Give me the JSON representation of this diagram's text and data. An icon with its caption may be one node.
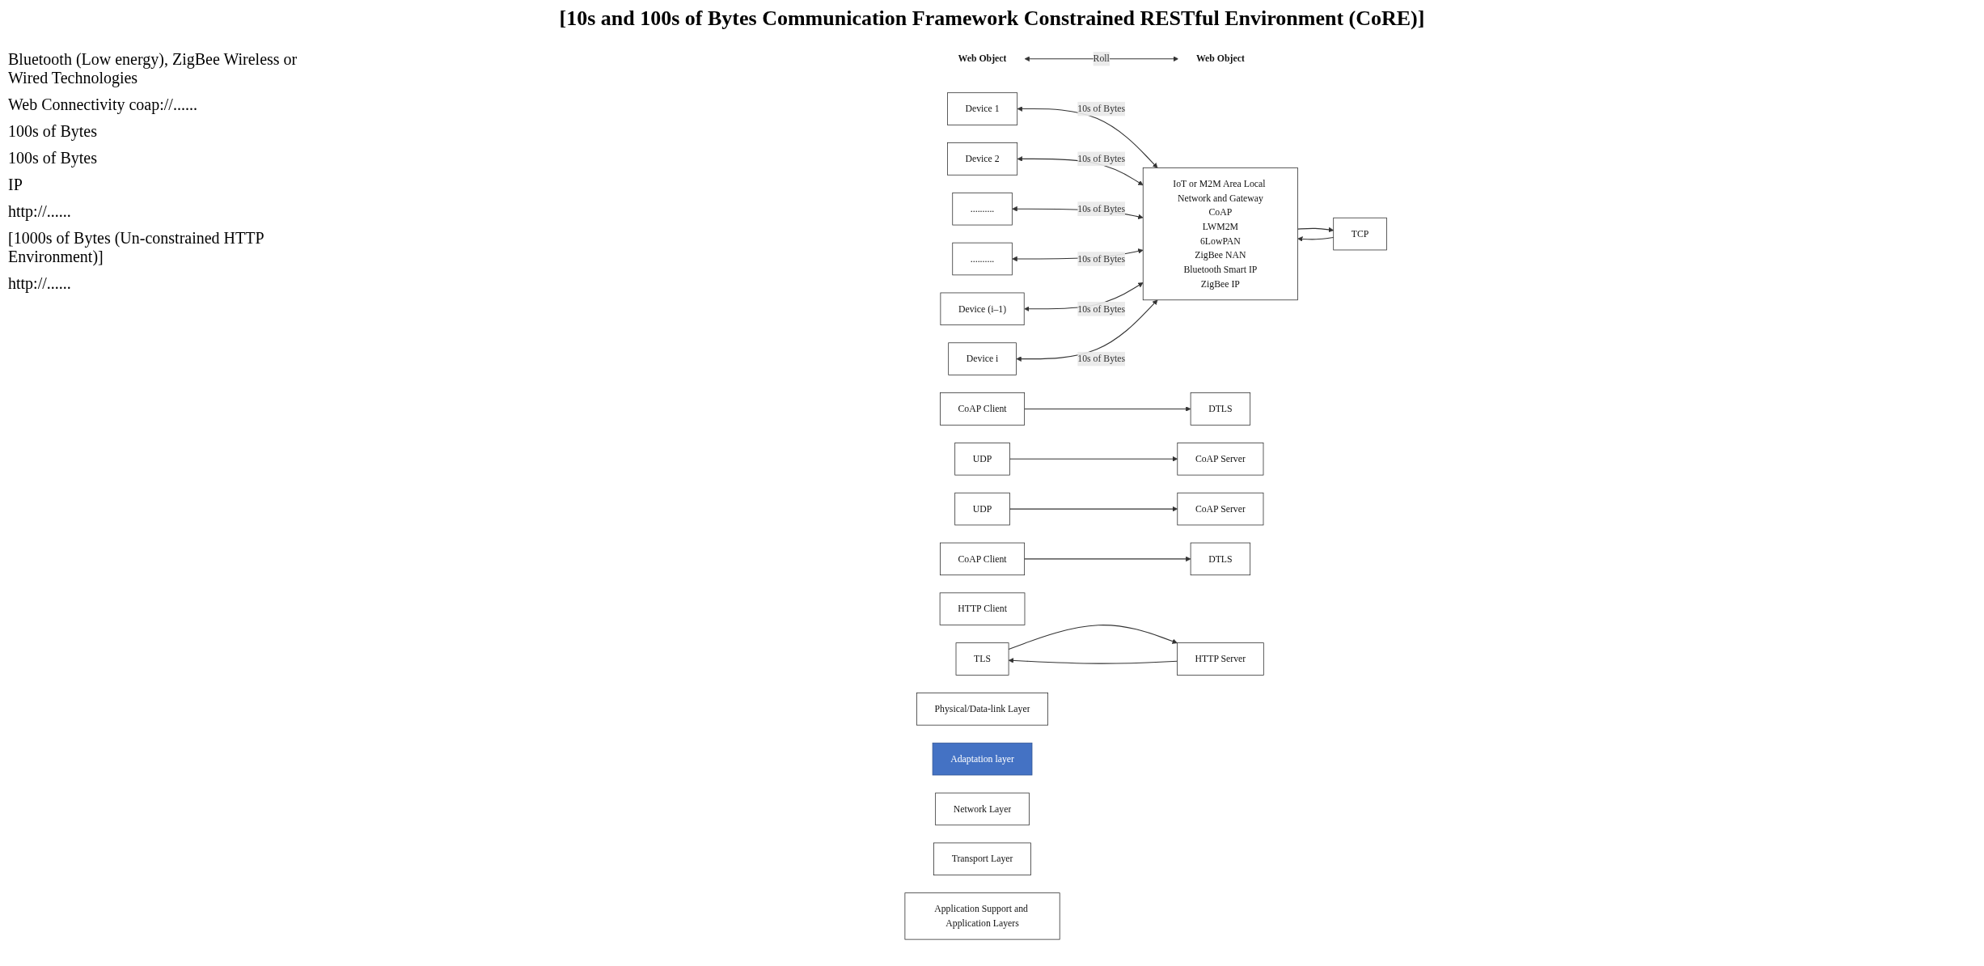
{
  "diagram": {
    "title": "[10s and 100s of Bytes Communication Framework Constrained RESTful Environment (CoRE)]",
    "nodes": [
      {
        "text": [
          "Device 1"
        ]
      },
      {
        "text": [
          "Device 2"
        ]
      },
      {
        "text": [
          ".........."
        ]
      },
      {
        "text": [
          ".........."
        ]
      },
      {
        "text": [
          "Device (i–1)"
        ]
      },
      {
        "text": [
          "Device i"
        ]
      },
      {
        "text": [
          "IoT or M2M Area Local Network and Gateway",
          "CoAP",
          "LWM2M",
          "6LowPAN",
          "ZigBee NAN",
          "Bluetooth Smart IP",
          "ZigBee IP"
        ]
      },
      {
        "text": [
          "CoAP Client"
        ]
      },
      {
        "text": [
          "DTLS"
        ]
      },
      {
        "text": [
          "UDP"
        ]
      },
      {
        "text": [
          "CoAP Server"
        ]
      },
      {
        "text": [
          "CoAP Server"
        ]
      },
      {
        "text": [
          "DTLS"
        ]
      },
      {
        "text": [
          "UDP"
        ]
      },
      {
        "text": [
          "CoAP Client"
        ]
      },
      {
        "text": [
          "TLS"
        ]
      },
      {
        "text": [
          "TCP"
        ]
      },
      {
        "text": [
          "HTTP Server"
        ]
      },
      {
        "text": [
          "HTTP Client"
        ]
      },
      {
        "text": [
          "Physical/Data-link Layer"
        ]
      },
      {
        "text": [
          "Adaptation layer"
        ]
      },
      {
        "text": [
          "Network Layer"
        ]
      },
      {
        "text": [
          "Transport Layer"
        ]
      },
      {
        "text": [
          "Application Support and Application Layers"
        ]
      },
      {
        "text": [
          "Web Object"
        ]
      },
      {
        "text": [
          "Web Object"
        ]
      }
    ],
    "edges": [
      {
        "from": 0,
        "to": 6,
        "arrow": "both",
        "label": "10s of Bytes"
      },
      {
        "from": 1,
        "to": 6,
        "arrow": "both",
        "label": "10s of Bytes"
      },
      {
        "from": 2,
        "to": 6,
        "arrow": "both",
        "label": "10s of Bytes"
      },
      {
        "from": 3,
        "to": 6,
        "arrow": "both",
        "label": "10s of Bytes"
      },
      {
        "from": 4,
        "to": 6,
        "arrow": "both",
        "label": "10s of Bytes"
      },
      {
        "from": 5,
        "to": 6,
        "arrow": "both",
        "label": "10s of Bytes"
      },
      {
        "from": 24,
        "to": 25,
        "arrow": "both",
        "label": "Roll"
      },
      {
        "from": 7,
        "to": 8,
        "arrow": "to"
      },
      {
        "from": 9,
        "to": 10,
        "arrow": "to"
      },
      {
        "from": 14,
        "to": 12,
        "arrow": "to"
      },
      {
        "from": 13,
        "to": 11,
        "arrow": "to"
      },
      {
        "from": 16,
        "to": 6,
        "arrow": "to"
      },
      {
        "from": 6,
        "to": 16,
        "arrow": "to"
      },
      {
        "from": 15,
        "to": 17,
        "arrow": "to"
      },
      {
        "from": 17,
        "to": 15,
        "arrow": "to"
      }
    ],
    "labels": [
      "Bluetooth (Low energy), ZigBee Wireless or Wired Technologies",
      "Web Connectivity coap://......",
      "100s of Bytes",
      "100s of Bytes",
      "IP",
      "http://......",
      "[1000s of Bytes (Un-constrained HTTP Environment)]",
      "http://......"
    ]
  }
}
